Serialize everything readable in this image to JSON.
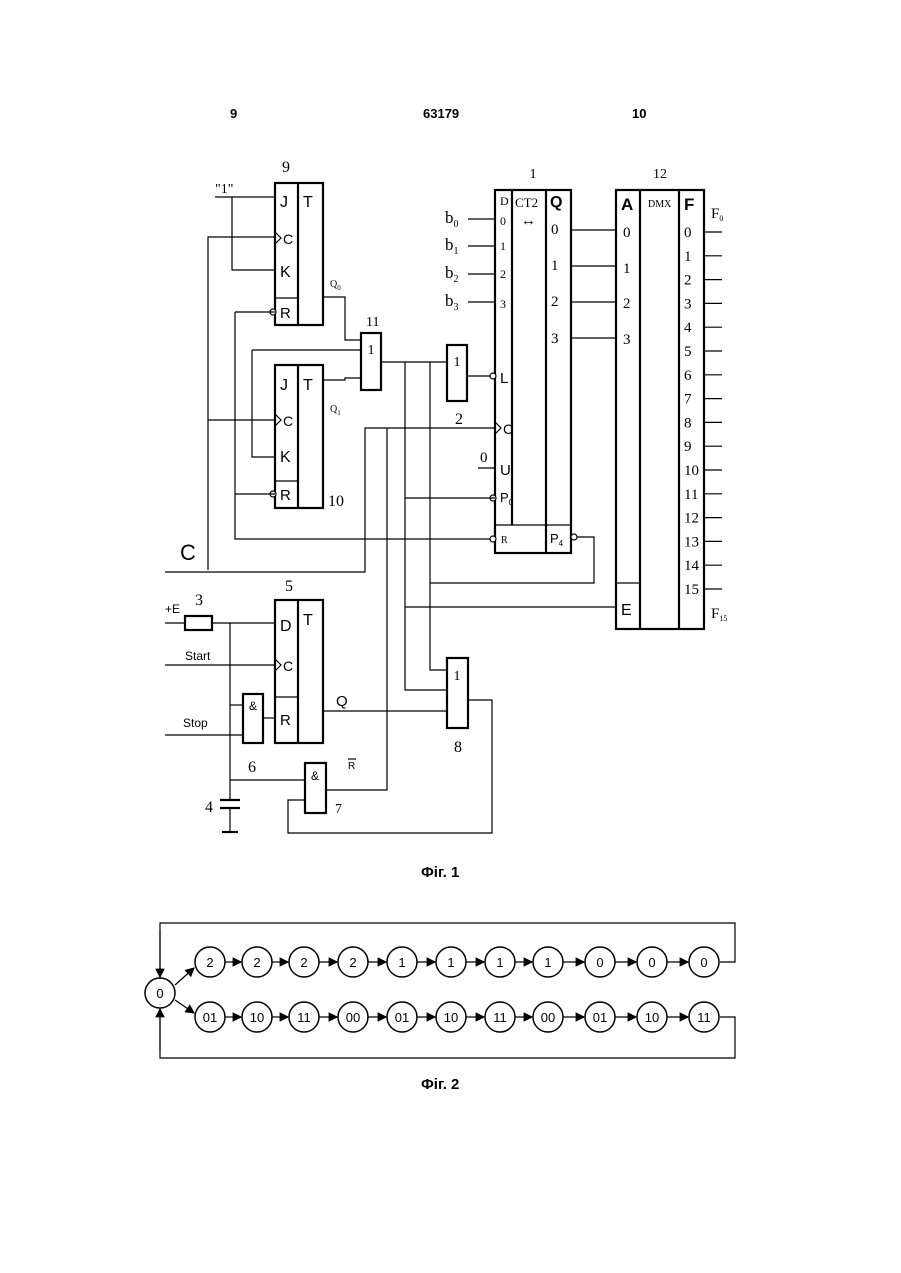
{
  "header": {
    "page_left": "9",
    "patent_no": "63179",
    "page_right": "10"
  },
  "fig1": {
    "caption": "Фіг. 1",
    "const_one": "\"1\"",
    "input_c": "C",
    "plus_e": "+E",
    "start": "Start",
    "stop": "Stop",
    "q_out": "Q",
    "r_bar": "R",
    "zero": "0",
    "n1": "1",
    "n2": "2",
    "n3": "3",
    "n4": "4",
    "n5": "5",
    "n6": "6",
    "n7": "7",
    "n8": "8",
    "n9": "9",
    "n10": "10",
    "n11": "11",
    "n12": "12",
    "ff9": {
      "J": "J",
      "C": "C",
      "K": "K",
      "R": "R",
      "T": "T",
      "q": "Q",
      "qsub": "0"
    },
    "ff10": {
      "J": "J",
      "C": "C",
      "K": "K",
      "R": "R",
      "T": "T",
      "q": "Q",
      "qsub": "1"
    },
    "ff5": {
      "D": "D",
      "C": "C",
      "R": "R",
      "T": "T"
    },
    "or_symbol": "1",
    "and_symbol": "&",
    "counter": {
      "type": "CT2",
      "arrow": "↔",
      "D": "D",
      "Q": "Q",
      "L": "L",
      "C": "C",
      "U": "U",
      "P": "P",
      "P0sub": "0",
      "R": "R",
      "P4sub": "4",
      "b": "b",
      "inputs": [
        "0",
        "1",
        "2",
        "3"
      ],
      "outputs": [
        "0",
        "1",
        "2",
        "3"
      ]
    },
    "dmx": {
      "A": "A",
      "type": "DMX",
      "F": "F",
      "E": "E",
      "addr": [
        "0",
        "1",
        "2",
        "3"
      ],
      "outputs": [
        "0",
        "1",
        "2",
        "3",
        "4",
        "5",
        "6",
        "7",
        "8",
        "9",
        "10",
        "11",
        "12",
        "13",
        "14",
        "15"
      ],
      "f0_label": "F",
      "f0_sub": "0",
      "f15_label": "F",
      "f15_sub": "15"
    }
  },
  "fig2": {
    "caption": "Фіг. 2",
    "start_state": "0",
    "top_row": [
      "2",
      "2",
      "2",
      "2",
      "1",
      "1",
      "1",
      "1",
      "0",
      "0",
      "0"
    ],
    "bottom_row": [
      "01",
      "10",
      "11",
      "00",
      "01",
      "10",
      "11",
      "00",
      "01",
      "10",
      "11"
    ]
  }
}
